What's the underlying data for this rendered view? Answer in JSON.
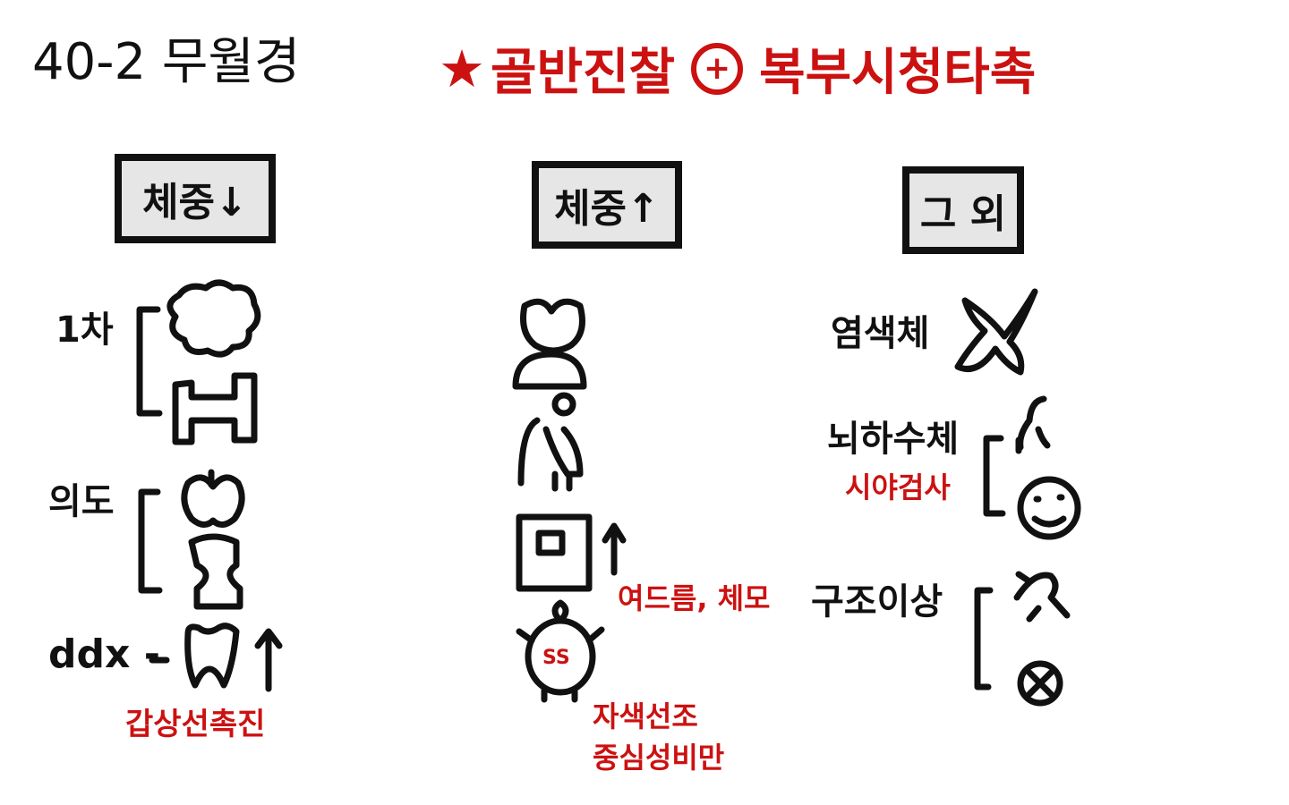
{
  "title": "40-2 무월경",
  "headline": {
    "text1": "골반진찰",
    "plus": "+",
    "text2": "복부시청타촉"
  },
  "columns": [
    {
      "header": "체중↓",
      "items": [
        {
          "label": "1차"
        },
        {
          "label": "의도"
        },
        {
          "label": "ddx -",
          "note": "갑상선촉진"
        }
      ]
    },
    {
      "header": "체중↑",
      "items": [
        {
          "note": "여드름, 체모"
        },
        {
          "note": "자색선조"
        },
        {
          "note": "중심성비만"
        }
      ]
    },
    {
      "header": "그 외",
      "items": [
        {
          "label": "염색체"
        },
        {
          "label": "뇌하수체",
          "note": "시야검사"
        },
        {
          "label": "구조이상"
        }
      ]
    }
  ],
  "colors": {
    "ink": "#111111",
    "accent": "#cc1111",
    "box_fill": "#e6e6e6"
  }
}
